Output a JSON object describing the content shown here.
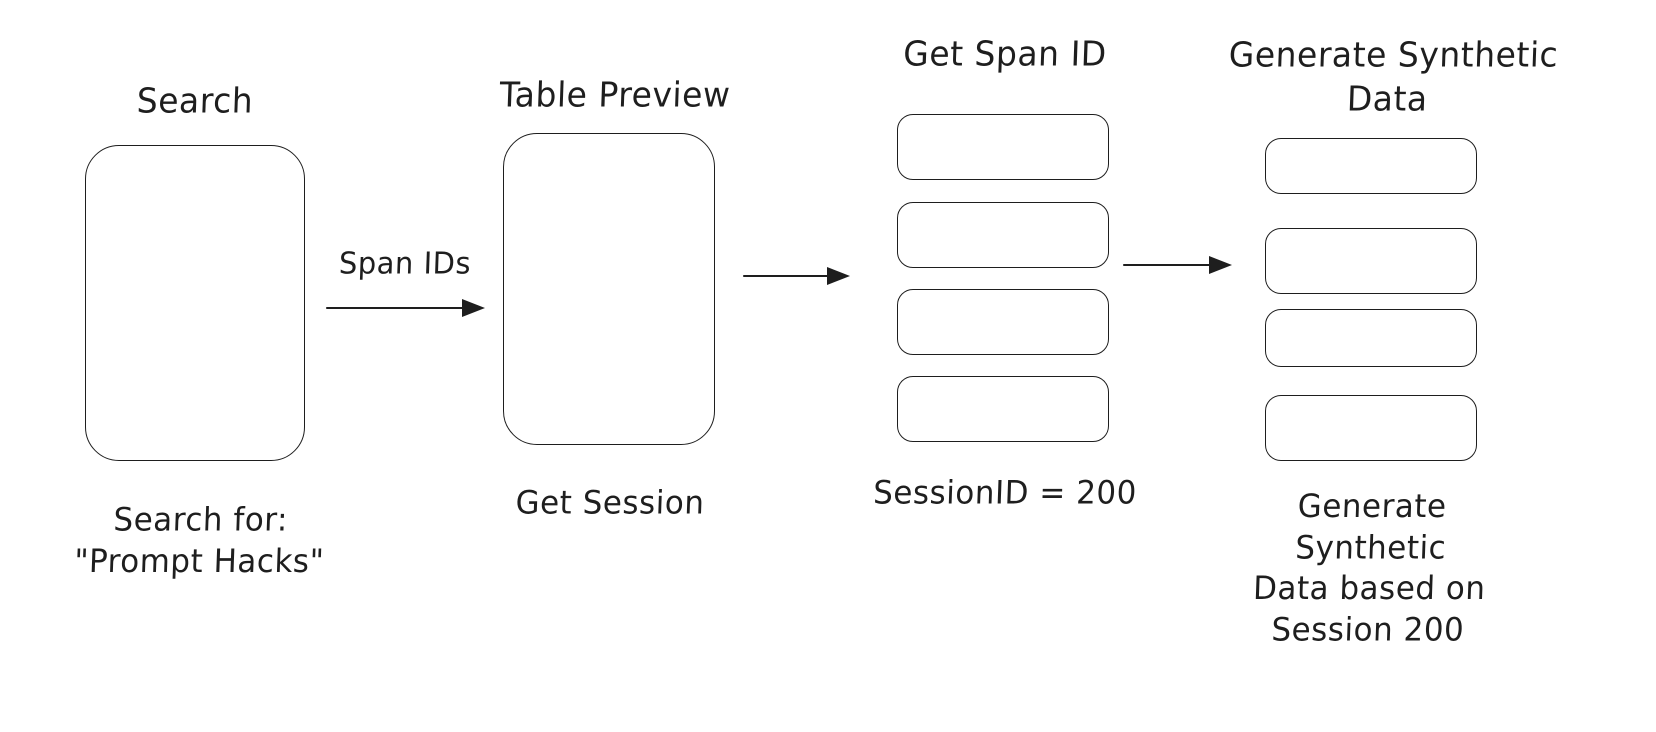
{
  "diagram": {
    "type": "flow-diagram",
    "style": "hand-drawn whiteboard sketch",
    "background_color": "#ffffff",
    "stroke_color": "#1e1e1e",
    "nodes": [
      {
        "id": "search",
        "title": "Search",
        "caption": "Search for:\n\"Prompt Hacks\"",
        "shape": "rounded-rectangle",
        "box_count": 1
      },
      {
        "id": "table-preview",
        "title": "Table Preview",
        "caption": "Get Session",
        "shape": "rounded-rectangle",
        "box_count": 1
      },
      {
        "id": "get-span-id",
        "title": "Get Span ID",
        "caption": "SessionID = 200",
        "shape": "stacked-rows",
        "box_count": 4
      },
      {
        "id": "generate-synthetic-data",
        "title": "Generate Synthetic\nData",
        "caption": "Generate\nSynthetic\nData based on\nSession 200",
        "shape": "stacked-rows",
        "box_count": 4
      }
    ],
    "edges": [
      {
        "id": "search-to-table",
        "from": "search",
        "to": "table-preview",
        "label": "Span IDs"
      },
      {
        "id": "table-to-span",
        "from": "table-preview",
        "to": "get-span-id",
        "label": ""
      },
      {
        "id": "span-to-generate",
        "from": "get-span-id",
        "to": "generate-synthetic-data",
        "label": ""
      }
    ]
  }
}
